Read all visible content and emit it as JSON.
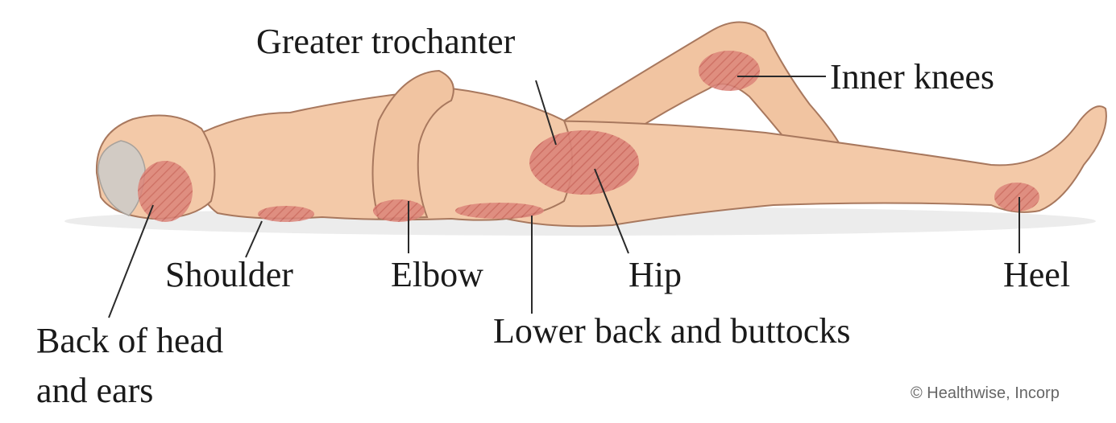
{
  "labels": {
    "greater_trochanter": "Greater trochanter",
    "inner_knees": "Inner knees",
    "shoulder": "Shoulder",
    "elbow": "Elbow",
    "hip": "Hip",
    "heel": "Heel",
    "back_of_head_line1": "Back of head",
    "back_of_head_line2": "and ears",
    "lower_back": "Lower back and buttocks"
  },
  "credit": "© Healthwise, Incorp",
  "colors": {
    "skin": "#f3c9a8",
    "skin_shadow": "#e0a987",
    "outline": "#a8785e",
    "pressure_area": "#d9776e",
    "hair": "#cfc7bf",
    "ground_shadow": "#e8e6e6"
  }
}
